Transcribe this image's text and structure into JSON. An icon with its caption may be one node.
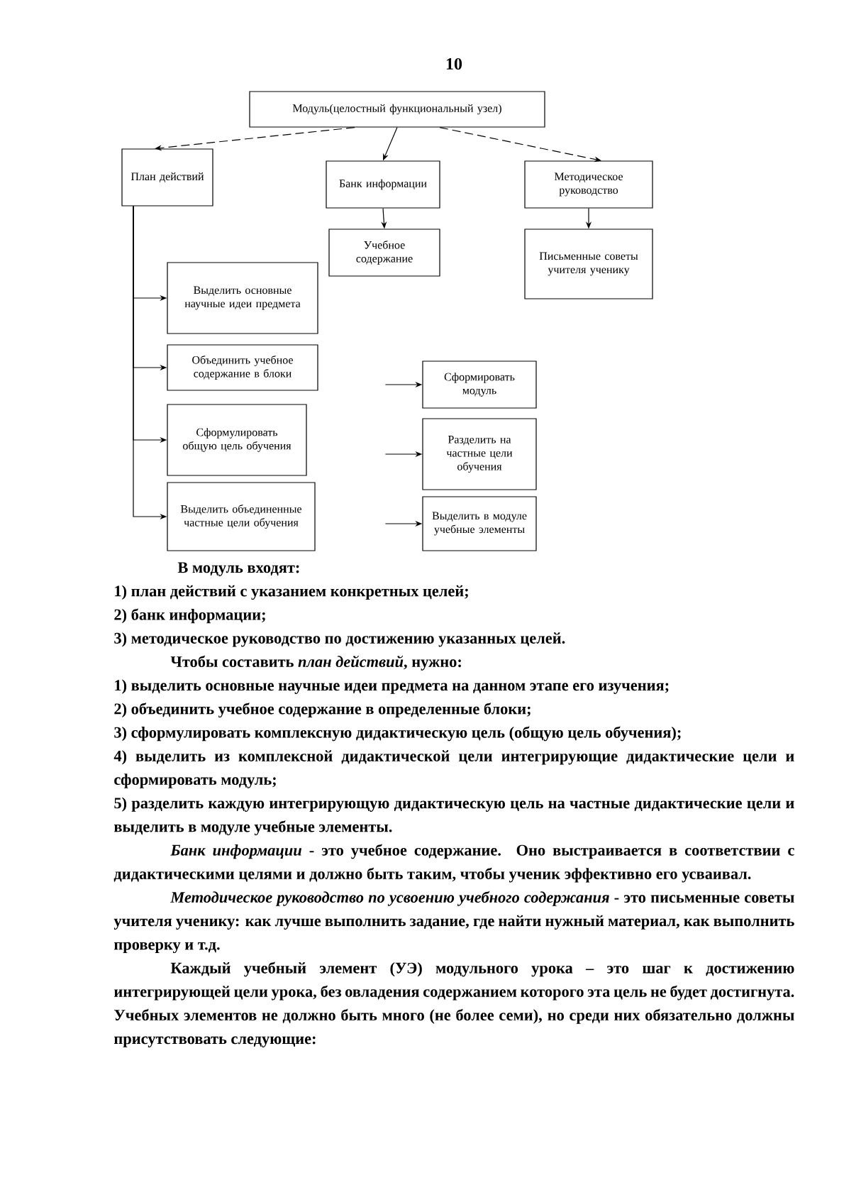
{
  "diagram": {
    "nodes": [
      {
        "text": [
          "Модуль(целостный функциональный узел)"
        ]
      },
      {
        "text": [
          "План действий"
        ]
      },
      {
        "text": [
          "Банк информации"
        ]
      },
      {
        "text": [
          "Методическое руководство"
        ]
      },
      {
        "text": [
          "Учебное содержание"
        ]
      },
      {
        "text": [
          "Письменные советы учителя ученику"
        ]
      },
      {
        "text": [
          "Выделить основные научные идеи предмета"
        ]
      },
      {
        "text": [
          "Объединить учебное содержание в блоки"
        ]
      },
      {
        "text": [
          "Сформулировать общую цель обучения"
        ]
      },
      {
        "text": [
          "Выделить объединенные частные цели обучения"
        ]
      },
      {
        "text": [
          "Сформировать модуль"
        ]
      },
      {
        "text": [
          "Разделить на частные цели обучения"
        ]
      },
      {
        "text": [
          "Выделить в модуле учебные элементы"
        ]
      }
    ],
    "edges": [
      {
        "from": 0,
        "to": 1,
        "arrow": "to",
        "style": "dashed"
      },
      {
        "from": 0,
        "to": 2,
        "arrow": "to"
      },
      {
        "from": 0,
        "to": 3,
        "arrow": "to",
        "style": "dashed"
      },
      {
        "from": 2,
        "to": 4,
        "arrow": "to"
      },
      {
        "from": 3,
        "to": 5,
        "arrow": "to"
      },
      {
        "from": 1,
        "to": 6,
        "arrow": "to"
      },
      {
        "from": 1,
        "to": 7,
        "arrow": "to"
      },
      {
        "from": 1,
        "to": 8,
        "arrow": "to"
      },
      {
        "from": 1,
        "to": 9,
        "arrow": "to"
      },
      {
        "from": null,
        "to": 10,
        "arrow": "to"
      },
      {
        "from": null,
        "to": 11,
        "arrow": "to"
      },
      {
        "from": null,
        "to": 12,
        "arrow": "to"
      }
    ],
    "labels": [
      "10",
      "В модуль входят:",
      "1) план действий с указанием конкретных целей;",
      "2) банк информации;",
      "3) методическое руководство по достижению указанных целей.",
      "Чтобы составить *план действий*, нужно:",
      "1) выделить основные научные идеи предмета на данном этапе его изучения;",
      "2) объединить учебное содержание в определенные блоки;",
      "3) сформулировать комплексную дидактическую цель (общую цель обучения);",
      "4) выделить из комплексной дидактической цели интегрирующие дидактические цели и сформировать модуль;",
      "5) разделить каждую интегрирующую дидактическую цель на частные дидактические цели и выделить в модуле учебные элементы.",
      "*Банк информации* - это учебное содержание. Оно выстраивается в соответствии с дидактическими целями и должно быть таким, чтобы ученик эффективно его усваивал.",
      "*Методическое руководство по усвоению учебного содержания* - это письменные советы учителя ученику: как лучше выполнить задание, где найти нужный материал, как выполнить проверку и т.д.",
      "Каждый учебный элемент (УЭ) модульного урока – это шаг к достижению интегрирующей цели урока, без овладения содержанием которого эта цель не будет достигнута. Учебных элементов не должно быть много (не более семи), но среди них обязательно должны присутствовать следующие:"
    ]
  }
}
